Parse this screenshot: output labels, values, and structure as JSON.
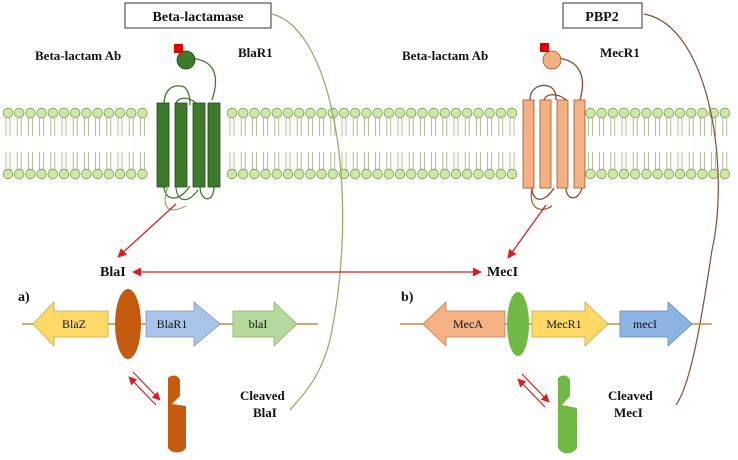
{
  "boxes": {
    "beta_lactamase": "Beta-lactamase",
    "pbp2": "PBP2"
  },
  "left_system": {
    "antibiotic_label": "Beta-lactam Ab",
    "receptor_label": "BlaR1",
    "repressor_label": "BlaI",
    "panel_label": "a)",
    "genes": [
      "BlaZ",
      "BlaR1",
      "blaI"
    ],
    "cleaved_label_1": "Cleaved",
    "cleaved_label_2": "BlaI"
  },
  "right_system": {
    "antibiotic_label": "Beta-lactam Ab",
    "receptor_label": "MecR1",
    "repressor_label": "MecI",
    "panel_label": "b)",
    "genes": [
      "MecA",
      "MecR1",
      "mecI"
    ],
    "cleaved_label_1": "Cleaved",
    "cleaved_label_2": "MecI"
  },
  "colors": {
    "membrane_head": "#cfe8a8",
    "membrane_stroke": "#7a9e4e",
    "bla_receptor": "#3e7a2c",
    "mec_receptor": "#f4b183",
    "antibiotic": "#e00000",
    "arrow": "#d62020",
    "blaz_gene": "#ffd966",
    "blar1_gene": "#a9c4e8",
    "blai_gene": "#b4d99a",
    "meca_gene": "#f4b183",
    "mecr1_gene": "#ffd966",
    "meci_gene": "#8db4e2",
    "blai_protein": "#c55a11",
    "meci_protein": "#70b844"
  }
}
